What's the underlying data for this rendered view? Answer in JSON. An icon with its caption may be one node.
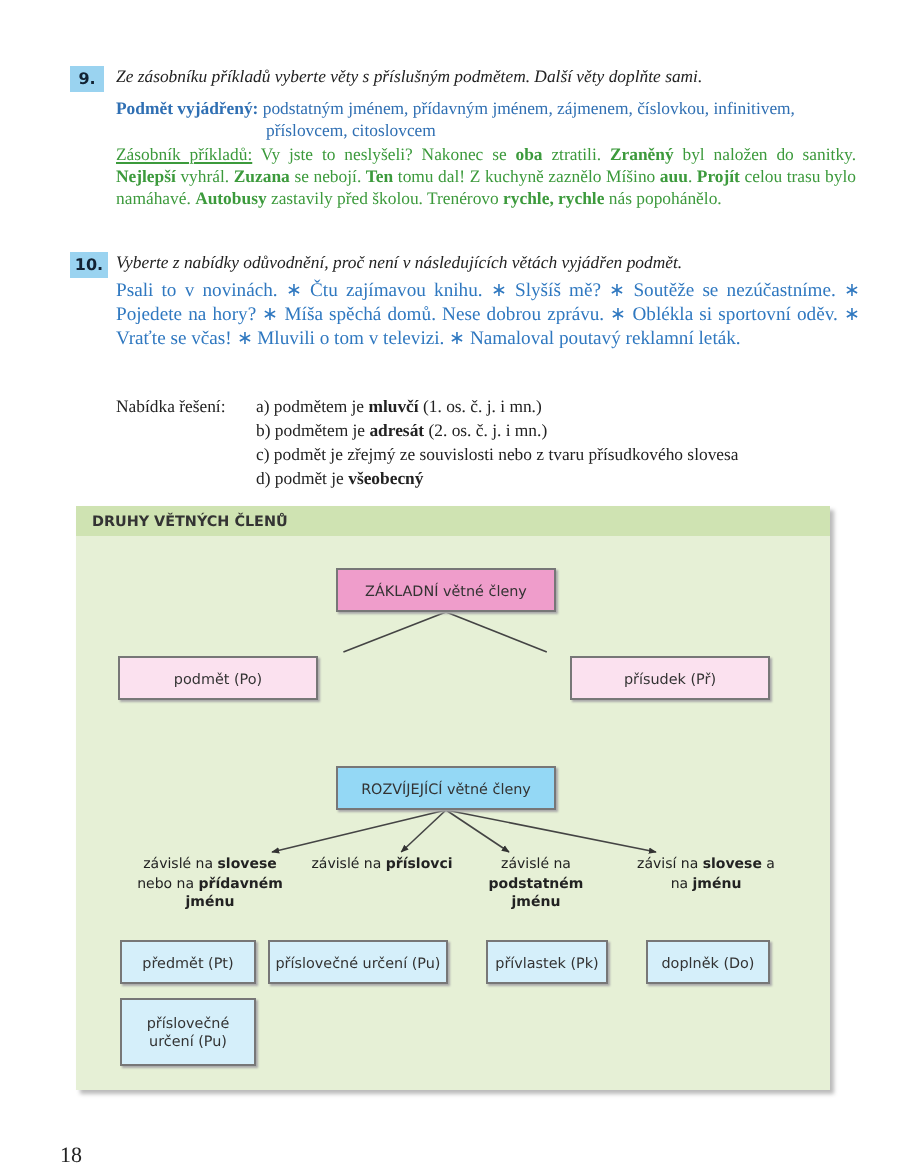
{
  "diagram": {
    "nodes": [
      {
        "text": [
          "DRUHY VĚTNÝCH ČLENŮ"
        ]
      },
      {
        "text": [
          "ZÁKLADNÍ větné členy"
        ],
        "in": 0
      },
      {
        "text": [
          "podmět (Po)"
        ],
        "in": 0
      },
      {
        "text": [
          "přísudek (Př)"
        ],
        "in": 0
      },
      {
        "text": [
          "ROZVÍJEJÍCÍ větné členy"
        ],
        "in": 0
      },
      {
        "text": [
          "závislé na **slovese** nebo na **přídavném jménu**"
        ],
        "in": 0
      },
      {
        "text": [
          "závislé na **příslovci**"
        ],
        "in": 0
      },
      {
        "text": [
          "závislé na **podstatném jménu**"
        ],
        "in": 0
      },
      {
        "text": [
          "závisí na **slovese** a na **jménu**"
        ],
        "in": 0
      },
      {
        "text": [
          "předmět (Pt)"
        ],
        "in": 0
      },
      {
        "text": [
          "příslovečné určení (Pu)"
        ],
        "in": 0
      },
      {
        "text": [
          "přívlastek (Pk)"
        ],
        "in": 0
      },
      {
        "text": [
          "doplněk (Do)"
        ],
        "in": 0
      },
      {
        "text": [
          "příslovečné určení (Pu)"
        ],
        "in": 0
      }
    ],
    "edges": [
      {
        "from": 1,
        "to": 2,
        "arrow": "none"
      },
      {
        "from": 1,
        "to": 3,
        "arrow": "none"
      },
      {
        "from": 4,
        "to": 5,
        "arrow": "to"
      },
      {
        "from": 4,
        "to": 6,
        "arrow": "to"
      },
      {
        "from": 4,
        "to": 7,
        "arrow": "to"
      },
      {
        "from": 4,
        "to": 8,
        "arrow": "to"
      }
    ],
    "labels": [
      "9.",
      "Ze zásobníku příkladů vyberte věty s příslušným podmětem. Další věty doplňte sami.",
      "**Podmět vyjádřený:** podstatným jménem, přídavným jménem, zájmenem, číslovkou, infinitivem, příslovcem, citoslovcem",
      "Zásobník příkladů:",
      "Vy jste to neslyšeli? Nakonec se **oba** ztratili. **Zraněný** byl naložen do sanitky. **Nejlepší** vyhrál. **Zuzana** se nebojí. **Ten** tomu dal! Z kuchyně zaznělo Míšino **auu**. **Projít** celou trasu bylo namáhavé. **Autobusy** zastavily před školou. Trenérovo **rychle, rychle** nás popohánělo.",
      "10.",
      "Vyberte z nabídky odůvodnění, proč není v následujících větách vyjádřen podmět.",
      "Psali to v novinách. ∗ Čtu zajímavou knihu. ∗ Slyšíš mě? ∗ Soutěže se nezúčastníme. ∗ Pojedete na hory? ∗ Míša spěchá domů. Nese dobrou zprávu. ∗ Oblékla si sportovní oděv. ∗ Vraťte se včas! ∗ Mluvili o tom v televizi. ∗ Namaloval poutavý reklamní leták.",
      "Nabídka řešení:",
      "a) podmětem je **mluvčí** (1. os. č. j. i mn.)",
      "b) podmětem je **adresát** (2. os. č. j. i mn.)",
      "c) podmět je zřejmý ze souvislosti nebo z tvaru přísudkového slovesa",
      "d) podmět je **všeobecný**",
      "18"
    ]
  }
}
